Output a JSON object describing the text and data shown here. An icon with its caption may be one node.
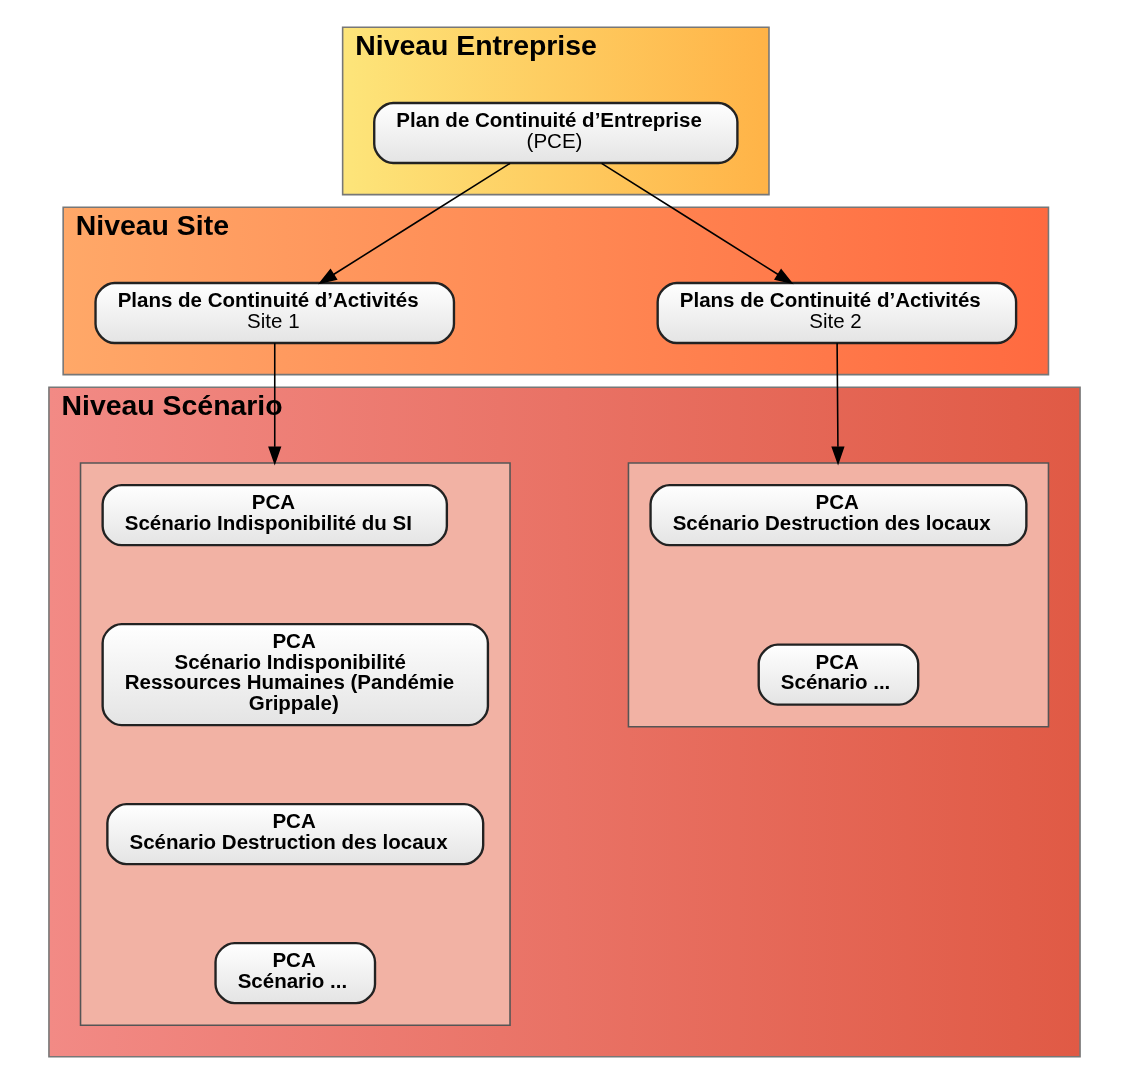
{
  "diagram": {
    "nodes": [
      {
        "text": [
          "Niveau Entreprise"
        ]
      },
      {
        "text": [
          "Plan de Continuité d’Entreprise",
          "(PCE)"
        ],
        "in": 0
      },
      {
        "text": [
          "Niveau Site"
        ]
      },
      {
        "text": [
          "Plans de Continuité d’Activités",
          "Site 1"
        ],
        "in": 2
      },
      {
        "text": [
          "Plans de Continuité d’Activités",
          "Site 2"
        ],
        "in": 2
      },
      {
        "text": [
          "Niveau Scénario"
        ]
      },
      {
        "text": [],
        "shape": "box",
        "in": 5
      },
      {
        "text": [
          "PCA",
          "Scénario Indisponibilité du SI"
        ],
        "in": 6
      },
      {
        "text": [
          "PCA",
          "Scénario Indisponibilité Ressources Humaines (Pandémie Grippale)"
        ],
        "in": 6
      },
      {
        "text": [
          "PCA",
          "Scénario Destruction des locaux"
        ],
        "in": 6
      },
      {
        "text": [
          "PCA",
          "Scénario ..."
        ],
        "in": 6
      },
      {
        "text": [],
        "shape": "box",
        "in": 5
      },
      {
        "text": [
          "PCA",
          "Scénario Destruction des locaux"
        ],
        "in": 11
      },
      {
        "text": [
          "PCA",
          "Scénario ..."
        ],
        "in": 11
      }
    ],
    "edges": [
      {
        "from": 1,
        "to": 3,
        "arrow": "to"
      },
      {
        "from": 1,
        "to": 4,
        "arrow": "to"
      },
      {
        "from": 3,
        "to": 6,
        "arrow": "to"
      },
      {
        "from": 4,
        "to": 11,
        "arrow": "to"
      }
    ]
  }
}
